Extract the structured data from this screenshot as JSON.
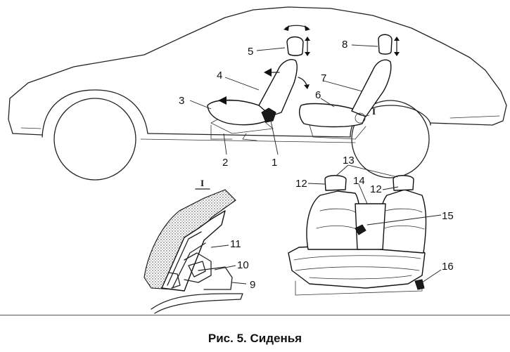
{
  "caption": "Рис. 5. Сиденья",
  "detail_marks": [
    "I",
    "I"
  ],
  "callouts": [
    "1",
    "2",
    "3",
    "4",
    "5",
    "6",
    "7",
    "8",
    "9",
    "10",
    "11",
    "12",
    "12",
    "13",
    "14",
    "15",
    "16"
  ]
}
